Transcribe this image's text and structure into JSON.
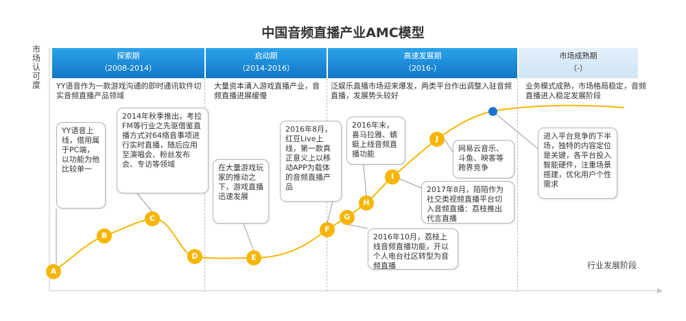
{
  "title": "中国音频直播产业AMC模型",
  "y_axis_label": "市场认可度",
  "x_axis_label": "行业发展阶段",
  "phases": [
    {
      "name": "探索期",
      "period": "（2008-2014）",
      "summary": "YY语音作为一款游戏沟通的即时通讯软件切实音频直播产品领域"
    },
    {
      "name": "启动期",
      "period": "（2014-2016）",
      "summary": "大量资本涌入游戏直播产业，音频直播进展缓慢"
    },
    {
      "name": "高速发展期",
      "period": "（2016-）",
      "summary": "泛娱乐直播市场迎来爆发，两类平台作出调整入驻音频直播，发展势头较好"
    },
    {
      "name": "市场成熟期",
      "period": "（-）",
      "summary": "业务模式成熟，市场格局稳定，音频直播进入稳定发展阶段"
    }
  ],
  "nodes": [
    "A",
    "B",
    "C",
    "D",
    "E",
    "F",
    "G",
    "H",
    "I",
    "J"
  ],
  "callouts": {
    "yy": "YY语音上线，借用属于PC端，以功能为他比较单一",
    "2014": "2014年秋季推出，考拉FM等行业之先驱借鉴直播方式对64络音事项进行实时直播，随后应用至演唱会、粉丝发布会、专访等领域",
    "mass": "在大量游戏玩家的推动之下，游戏直播迅速发展",
    "2016_8": "2016年8月，红豆Live上线，第一款真正意义上以移动APP为载体的音频直播产品",
    "2016_end": "2016年末，喜马拉雅、蜻蜓上线音频直播功能",
    "netease": "网易云音乐、斗鱼、映客等跨界竞争",
    "2017_8": "2017年8月，陌陌作为社交类视频直播平台切入音频直播：荔枝推出代言直播",
    "2016_10": "2016年10月，荔枝上线音频直播功能，开以个人电台社区转型为音频直播",
    "future": "进入平台竞争的下半场，独特的内容定位是关键，各平台投入智能硬件，注重场景搭建，优化用户个性需求"
  }
}
